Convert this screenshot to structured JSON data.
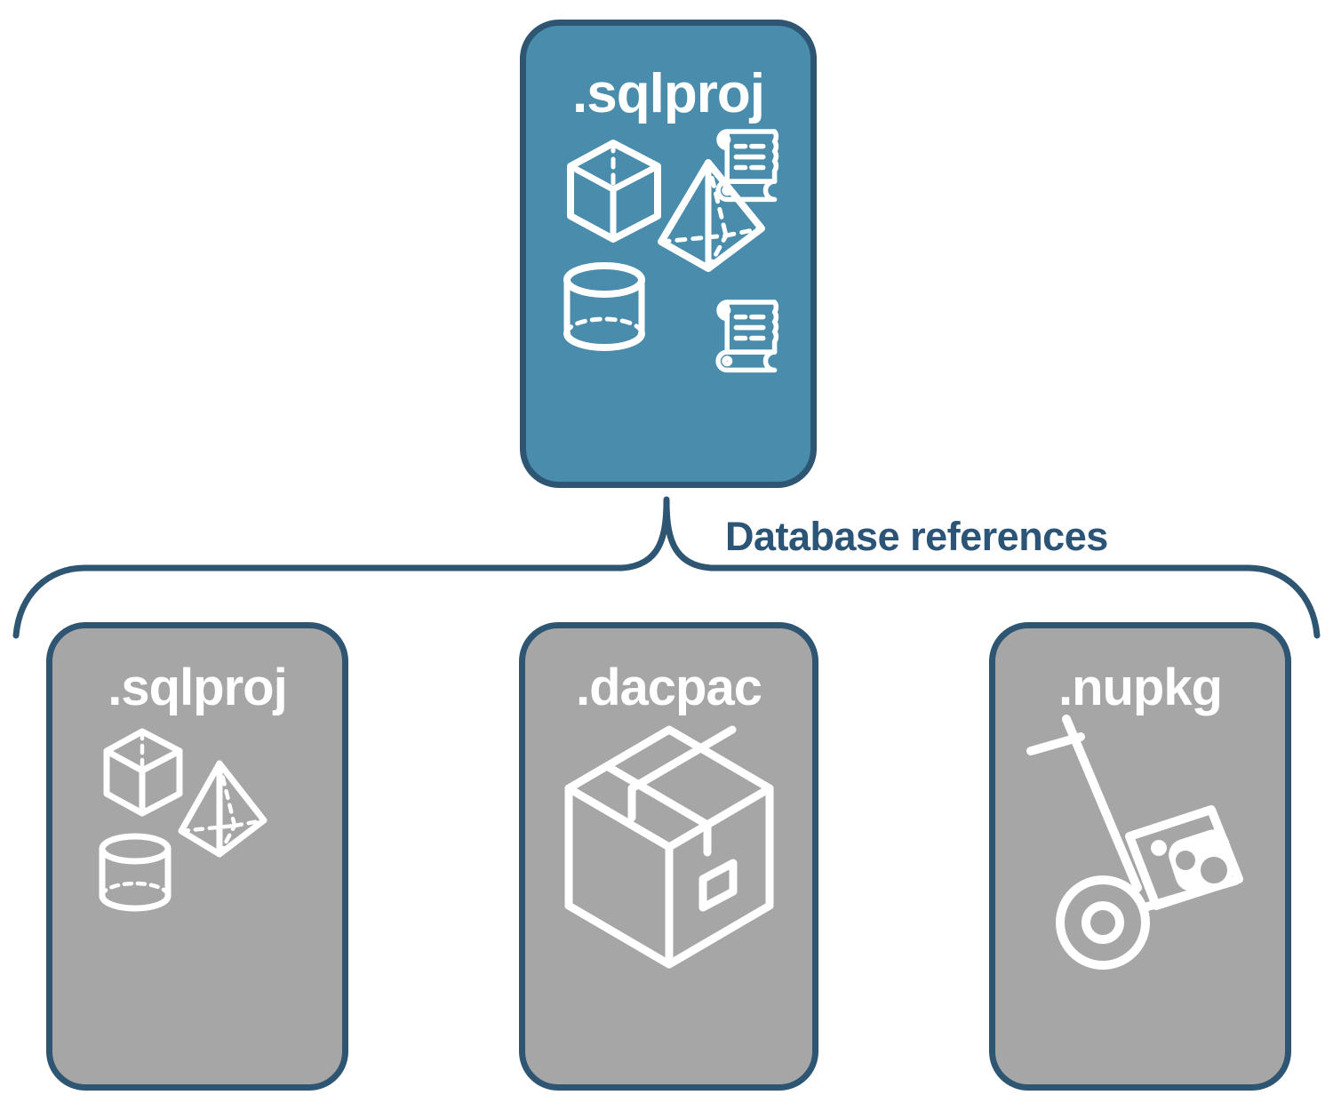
{
  "diagram": {
    "title": "SQL project database references",
    "colors": {
      "root_fill": "#498cac",
      "leaf_fill": "#a6a6a6",
      "border": "#2e5571",
      "label_text": "#2b5476",
      "node_text": "#ffffff",
      "background": "#ffffff"
    },
    "root": {
      "label": ".sqlproj",
      "icons": [
        "cube-icon",
        "scroll-icon",
        "pyramid-icon",
        "cylinder-icon",
        "scroll-icon"
      ]
    },
    "connector": {
      "label": "Database references",
      "style": "curly-brace"
    },
    "leaves": [
      {
        "label": ".sqlproj",
        "icons": [
          "cube-icon",
          "pyramid-icon",
          "cylinder-icon"
        ]
      },
      {
        "label": ".dacpac",
        "icons": [
          "package-box-icon"
        ]
      },
      {
        "label": ".nupkg",
        "icons": [
          "hand-truck-icon"
        ]
      }
    ]
  }
}
